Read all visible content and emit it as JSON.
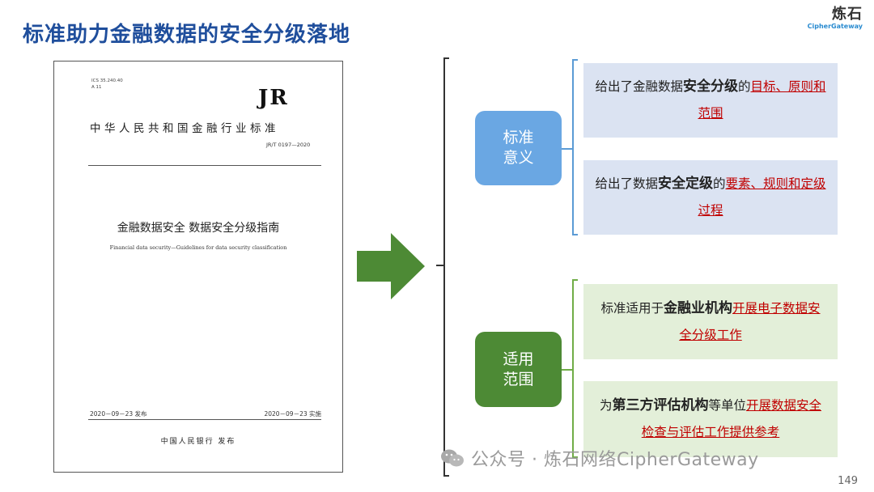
{
  "slide": {
    "title": "标准助力金融数据的安全分级落地",
    "page_number": "149"
  },
  "logo": {
    "cn": "炼石",
    "en": "CipherGateway"
  },
  "document": {
    "ics": "ICS 35.240.40",
    "ccs": "A 11",
    "jr": "JR",
    "org": "中华人民共和国金融行业标准",
    "number": "JR/T 0197—2020",
    "title_cn": "金融数据安全  数据安全分级指南",
    "title_en": "Financial data security—Guidelines for data security classification",
    "release_date": "2020－09－23 发布",
    "implement_date": "2020－09－23 实施",
    "issuer": "中国人民银行    发布"
  },
  "significance": {
    "label": "标准意义",
    "items": [
      {
        "pre": "给出了金融数据",
        "bold": "安全分级",
        "mid": "的",
        "red": "目标、原则和范围"
      },
      {
        "pre": "给出了数据",
        "bold": "安全定级",
        "mid": "的",
        "red": "要素、规则和定级过程"
      }
    ]
  },
  "scope": {
    "label": "适用范围",
    "items": [
      {
        "pre": "标准适用于",
        "bold": "金融业机构",
        "mid": "",
        "red": "开展电子数据安全分级工作"
      },
      {
        "pre": "为",
        "bold": "第三方评估机构",
        "mid": "等单位",
        "red": "开展数据安全检查与评估工作提供参考"
      }
    ]
  },
  "watermark": {
    "text": "公众号 · 炼石网络CipherGateway"
  },
  "colors": {
    "title": "#1f4e9c",
    "blue_pill": "#6aa7e3",
    "green_pill": "#4d8a35",
    "arrow": "#4d8a35",
    "blue_box": "#dbe3f2",
    "green_box": "#e3efd9",
    "highlight": "#c00000"
  }
}
